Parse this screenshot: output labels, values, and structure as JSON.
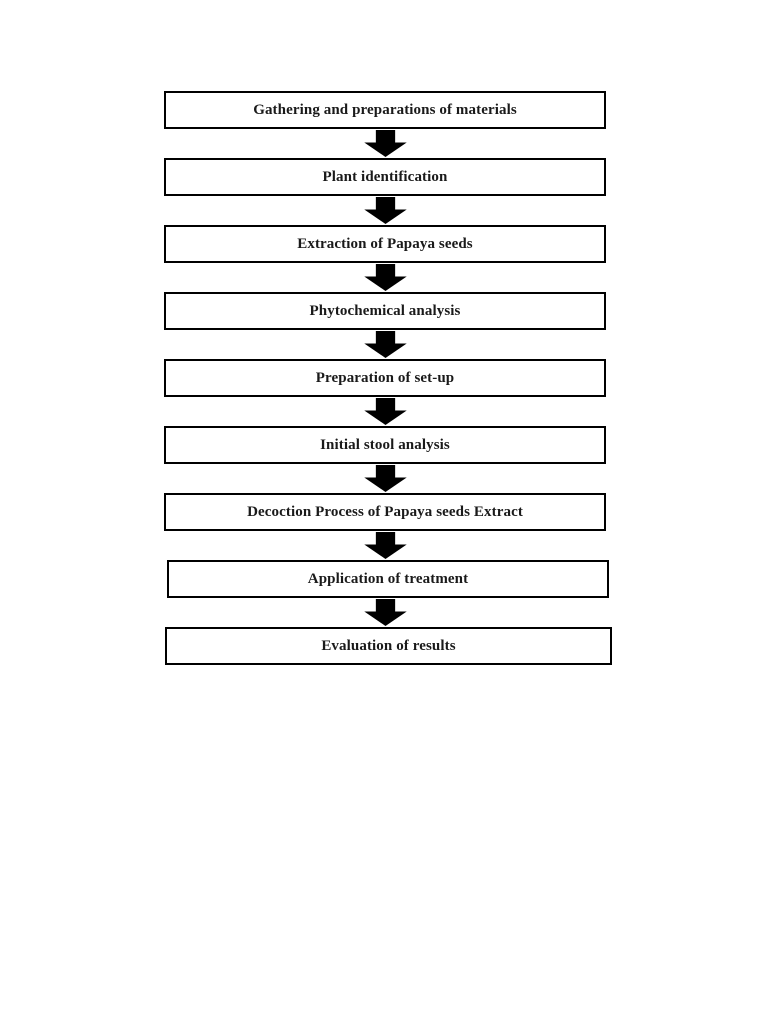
{
  "flowchart": {
    "type": "flowchart",
    "direction": "top-down",
    "box_fill_color": "#ffffff",
    "box_border_color": "#000000",
    "text_color": "#1a1a1a",
    "arrow_color": "#000000",
    "arrow_style": "block-down-arrow",
    "steps": [
      {
        "label": "Gathering and preparations of materials"
      },
      {
        "label": "Plant identification"
      },
      {
        "label": "Extraction of Papaya seeds"
      },
      {
        "label": "Phytochemical analysis"
      },
      {
        "label": "Preparation of set-up"
      },
      {
        "label": "Initial stool analysis"
      },
      {
        "label": "Decoction Process of Papaya seeds Extract"
      },
      {
        "label": "Application of treatment"
      },
      {
        "label": "Evaluation of results"
      }
    ]
  }
}
